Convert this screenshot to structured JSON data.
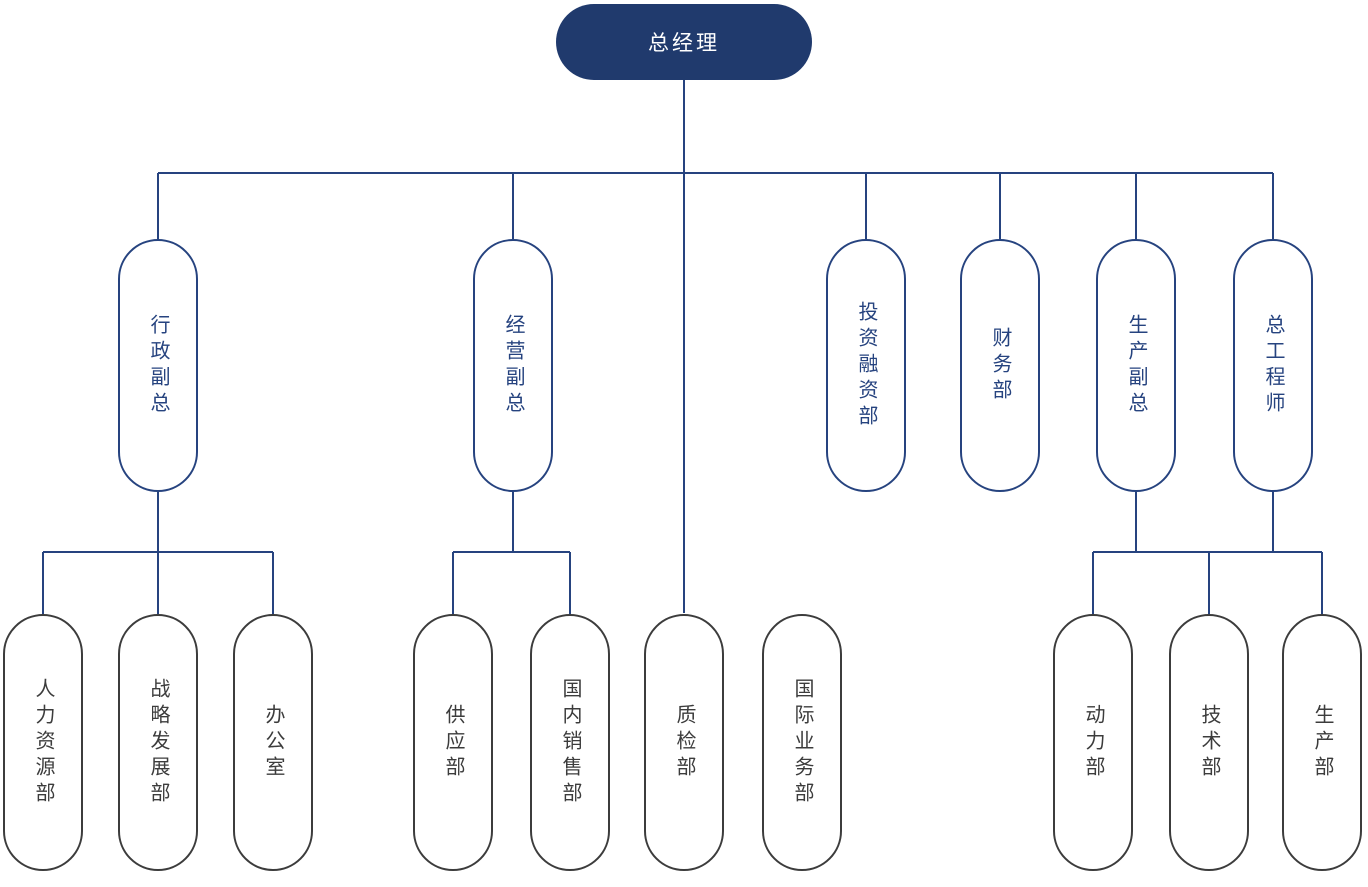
{
  "diagram": {
    "type": "org-chart",
    "palette": {
      "root_fill": "#203a6d",
      "root_text": "#ffffff",
      "branch_line_and_border": "#26437f",
      "branch_text": "#26437f",
      "leaf_border": "#3c3c3c",
      "leaf_text": "#3c3c3c",
      "background": "#ffffff"
    }
  },
  "nodes": [
    {
      "label": "总经理"
    },
    {
      "label": "行政副总"
    },
    {
      "label": "经营副总"
    },
    {
      "label": "投资融资部"
    },
    {
      "label": "财务部"
    },
    {
      "label": "生产副总"
    },
    {
      "label": "总工程师"
    },
    {
      "label": "人力资源部"
    },
    {
      "label": "战略发展部"
    },
    {
      "label": "办公室"
    },
    {
      "label": "供应部"
    },
    {
      "label": "国内销售部"
    },
    {
      "label": "质检部"
    },
    {
      "label": "国际业务部"
    },
    {
      "label": "动力部"
    },
    {
      "label": "技术部"
    },
    {
      "label": "生产部"
    }
  ],
  "edges": [
    {
      "from": "总经理",
      "to": "行政副总"
    },
    {
      "from": "总经理",
      "to": "经营副总"
    },
    {
      "from": "总经理",
      "to": "投资融资部"
    },
    {
      "from": "总经理",
      "to": "财务部"
    },
    {
      "from": "总经理",
      "to": "生产副总"
    },
    {
      "from": "总经理",
      "to": "总工程师"
    },
    {
      "from": "总经理",
      "to": "质检部"
    },
    {
      "from": "行政副总",
      "to": "人力资源部"
    },
    {
      "from": "行政副总",
      "to": "战略发展部"
    },
    {
      "from": "行政副总",
      "to": "办公室"
    },
    {
      "from": "经营副总",
      "to": "供应部"
    },
    {
      "from": "经营副总",
      "to": "国内销售部"
    },
    {
      "from": "生产副总",
      "to": "动力部"
    },
    {
      "from": "生产副总",
      "to": "技术部"
    },
    {
      "from": "生产副总",
      "to": "生产部"
    },
    {
      "from": "总工程师",
      "to": "动力部"
    },
    {
      "from": "总工程师",
      "to": "技术部"
    },
    {
      "from": "总工程师",
      "to": "生产部"
    }
  ]
}
